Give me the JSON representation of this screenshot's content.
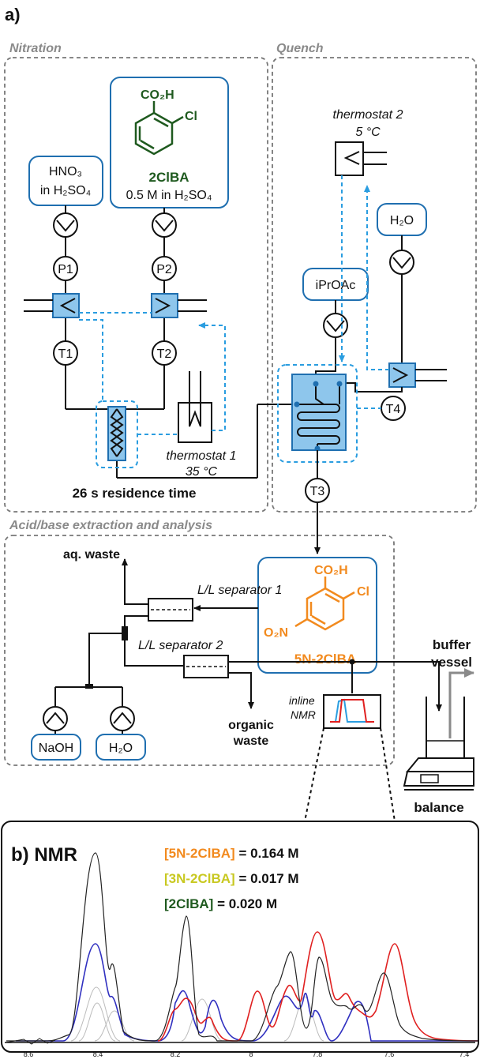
{
  "panel_a": {
    "label": "a)",
    "sections": {
      "nitration": "Nitration",
      "quench": "Quench",
      "extraction": "Acid/base extraction and analysis"
    },
    "reagents": {
      "hno3_line1": "HNO₃",
      "hno3_line2": "in H₂SO₄",
      "cba_formula_co2h": "CO₂H",
      "cba_formula_cl": "Cl",
      "cba_name": "2ClBA",
      "cba_conc": "0.5 M in H₂SO₄",
      "ipro": "iPrOAc",
      "water": "H₂O",
      "naoh": "NaOH",
      "water2": "H₂O"
    },
    "sensors": {
      "p1": "P1",
      "p2": "P2",
      "t1": "T1",
      "t2": "T2",
      "t3": "T3",
      "t4": "T4"
    },
    "thermostat1": {
      "name": "thermostat 1",
      "temp": "35 °C"
    },
    "thermostat2": {
      "name": "thermostat 2",
      "temp": "5 °C"
    },
    "residence": "26 s residence time",
    "product": {
      "co2h": "CO₂H",
      "cl": "Cl",
      "no2": "O₂N",
      "name": "5N-2ClBA"
    },
    "separators": {
      "s1": "L/L separator 1",
      "s2": "L/L separator 2"
    },
    "outlets": {
      "aq_waste": "aq. waste",
      "organic_line1": "organic",
      "organic_line2": "waste",
      "buffer_line1": "buffer",
      "buffer_line2": "vessel",
      "balance": "balance",
      "nmr_line1": "inline",
      "nmr_line2": "NMR"
    }
  },
  "panel_b": {
    "label": "b) NMR",
    "results": [
      {
        "species": "[5N-2ClBA]",
        "value": " = 0.164 M",
        "color": "#f28a1e"
      },
      {
        "species": "[3N-2ClBA]",
        "value": " = 0.017 M",
        "color": "#c8c820"
      },
      {
        "species": "[2ClBA]",
        "value": " = 0.020 M",
        "color": "#1f5a1f"
      }
    ],
    "x_ticks": [
      "8.6",
      "8.4",
      "8.2",
      "8",
      "7.8",
      "7.6",
      "7.4"
    ]
  },
  "colors": {
    "blue": "#1f6fb0",
    "light_blue": "#8ec6ec",
    "dash_blue": "#2a9de0",
    "green": "#1f5a1f",
    "orange": "#f28a1e"
  }
}
